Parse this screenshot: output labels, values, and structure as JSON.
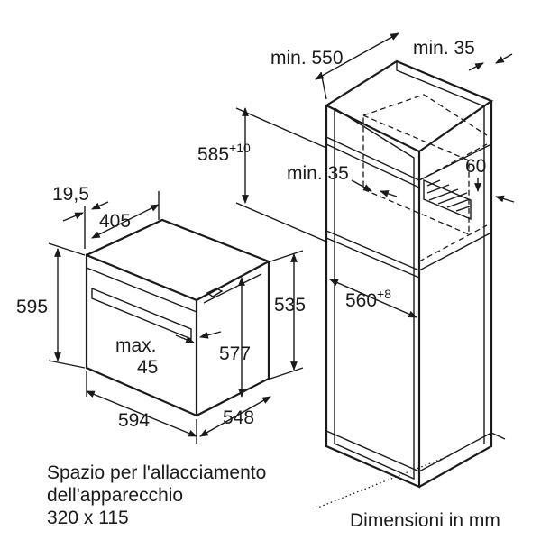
{
  "labels": {
    "niche_depth": "min. 550",
    "niche_side": "min. 35",
    "niche_height": "585",
    "niche_height_tol": "+10",
    "top_gap": "min. 35",
    "vent_height": "60",
    "niche_width": "560",
    "niche_width_tol": "+8",
    "panel_thickness": "19,5",
    "oven_depth": "405",
    "oven_height": "595",
    "handle_offset": "max.",
    "handle_offset_value": "45",
    "oven_inner_height": "577",
    "oven_body_height": "535",
    "oven_width": "594",
    "oven_total_depth": "548"
  },
  "note": {
    "line1": "Spazio per l'allacciamento",
    "line2": "dell'apparecchio",
    "line3": "320 x 115"
  },
  "units": "Dimensioni in mm"
}
